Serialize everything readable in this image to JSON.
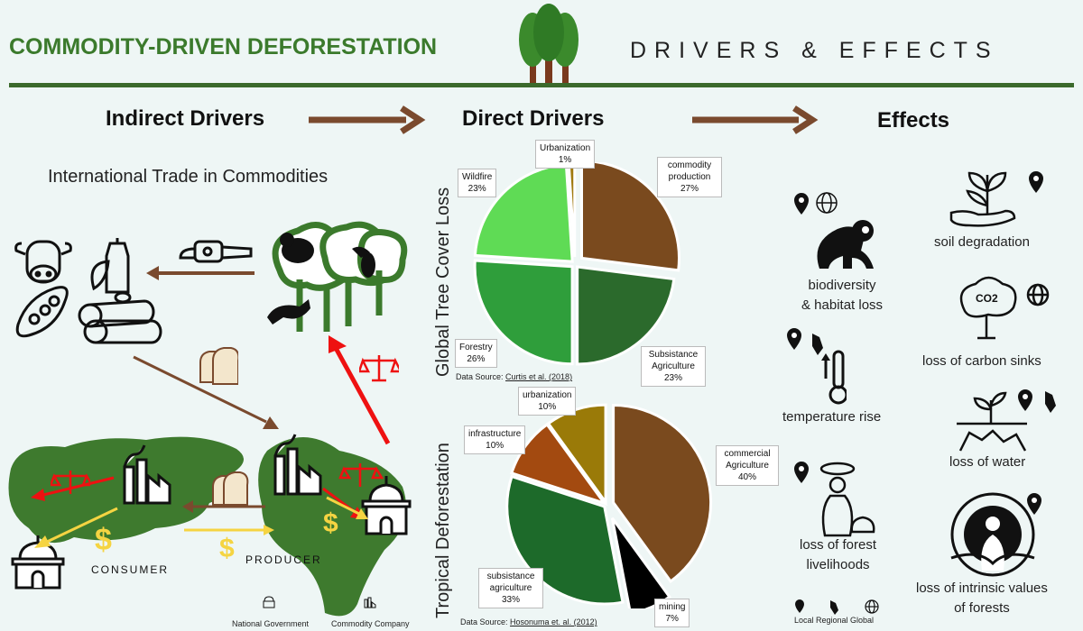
{
  "header": {
    "title_left": "COMMODITY-DRIVEN DEFORESTATION",
    "title_right": "DRIVERS & EFFECTS"
  },
  "columns": {
    "indirect": "Indirect Drivers",
    "direct": "Direct Drivers",
    "effects": "Effects"
  },
  "indirect": {
    "trade_label": "International Trade in Commodities",
    "consumer_label": "CONSUMER",
    "producer_label": "PRODUCER",
    "dollar": "$",
    "legend": [
      "National Government",
      "Commodity Company"
    ]
  },
  "chart_data": [
    {
      "type": "pie",
      "title": "Global Tree Cover Loss",
      "source_prefix": "Data Source: ",
      "source": "Curtis et al. (2018)",
      "slices": [
        {
          "label": "commodity production",
          "value": 27,
          "pct": "27%",
          "color": "#7a4a1e"
        },
        {
          "label": "Subsistance Agriculture",
          "value": 23,
          "pct": "23%",
          "color": "#2b6a2c"
        },
        {
          "label": "Forestry",
          "value": 26,
          "pct": "26%",
          "color": "#2f9e3b"
        },
        {
          "label": "Wildfire",
          "value": 23,
          "pct": "23%",
          "color": "#5fdb55"
        },
        {
          "label": "Urbanization",
          "value": 1,
          "pct": "1%",
          "color": "#a07a10"
        }
      ]
    },
    {
      "type": "pie",
      "title": "Tropical Deforestation",
      "source_prefix": "Data Source: ",
      "source": "Hosonuma et. al. (2012)",
      "slices": [
        {
          "label": "commercial Agriculture",
          "value": 40,
          "pct": "40%",
          "color": "#7a4a1e"
        },
        {
          "label": "mining",
          "value": 7,
          "pct": "7%",
          "color": "#000000"
        },
        {
          "label": "subsistance agriculture",
          "value": 33,
          "pct": "33%",
          "color": "#1d6a2a"
        },
        {
          "label": "infrastructure",
          "value": 10,
          "pct": "10%",
          "color": "#a34a10"
        },
        {
          "label": "urbanization",
          "value": 10,
          "pct": "10%",
          "color": "#9a7a08"
        }
      ]
    }
  ],
  "effects": {
    "biodiversity": [
      "biodiversity",
      "& habitat loss"
    ],
    "soil": "soil degradation",
    "carbon": "loss of carbon sinks",
    "temperature": "temperature rise",
    "water": "loss of water",
    "livelihoods": [
      "loss of  forest",
      "livelihoods"
    ],
    "intrinsic": [
      "loss of  intrinsic values",
      "of forests"
    ],
    "co2": "CO2",
    "scale_legend": "Local Regional Global"
  },
  "colors": {
    "brand_green": "#3b7a2c",
    "arrow_brown": "#7a4a2e",
    "arrow_red": "#ee1111",
    "arrow_yellow": "#f5d442",
    "map_green": "#3e7a2e"
  }
}
